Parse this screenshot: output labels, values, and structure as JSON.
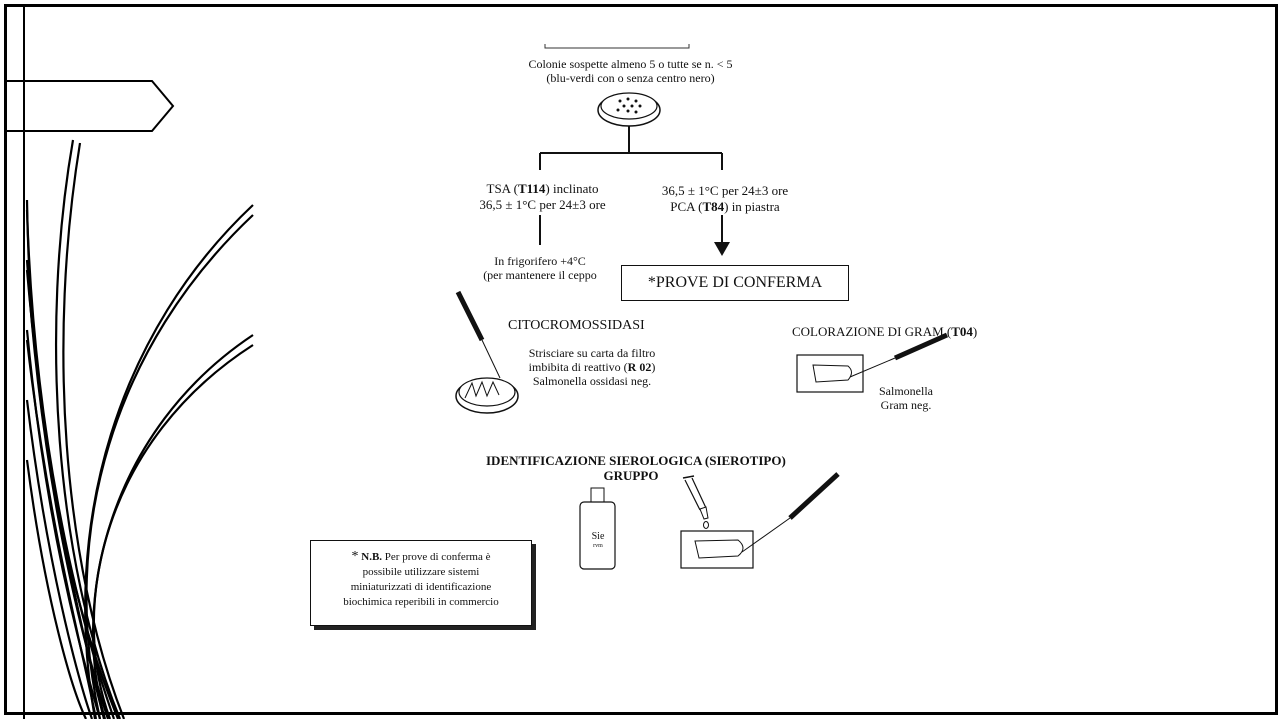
{
  "slide": {
    "top_label_line1": "Colonie sospette almeno 5 o tutte se n. < 5",
    "top_label_line2": "(blu-verdi con o senza centro nero)",
    "tsa_line1_pre": "TSA (",
    "tsa_code": "T114",
    "tsa_line1_post": ") inclinato",
    "tsa_line2": "36,5 ± 1°C per 24±3 ore",
    "pca_line1": "36,5 ± 1°C per 24±3 ore",
    "pca_line2_pre": "PCA (",
    "pca_code": "T84",
    "pca_line2_post": ") in piastra",
    "fridge_line1": "In frigorifero +4°C",
    "fridge_line2": "(per mantenere il ceppo",
    "confirm_label": "*PROVE DI CONFERMA",
    "cito_title": "CITOCROMOSSIDASI",
    "cito_line1": "Strisciare su carta da filtro",
    "cito_line2_pre": "imbibita di reattivo (",
    "cito_code": "R 02",
    "cito_line2_post": ")",
    "cito_line3": "Salmonella ossidasi neg.",
    "gram_title_pre": "COLORAZIONE DI GRAM (",
    "gram_code": "T04",
    "gram_title_post": ")",
    "gram_result_line1": "Salmonella",
    "gram_result_line2": "Gram neg.",
    "sero_title_line1": "IDENTIFICAZIONE SIEROLOGICA (SIEROTIPO)",
    "sero_title_line2": "GRUPPO",
    "bottle_label_line1": "Sie",
    "bottle_label_line2": "rvm",
    "note_star": "*",
    "note_bold": "N.B.",
    "note_line1_post": " Per prove di conferma è",
    "note_line2": "possibile utilizzare sistemi",
    "note_line3": "miniaturizzati di identificazione",
    "note_line4": "biochimica reperibili in commercio"
  }
}
